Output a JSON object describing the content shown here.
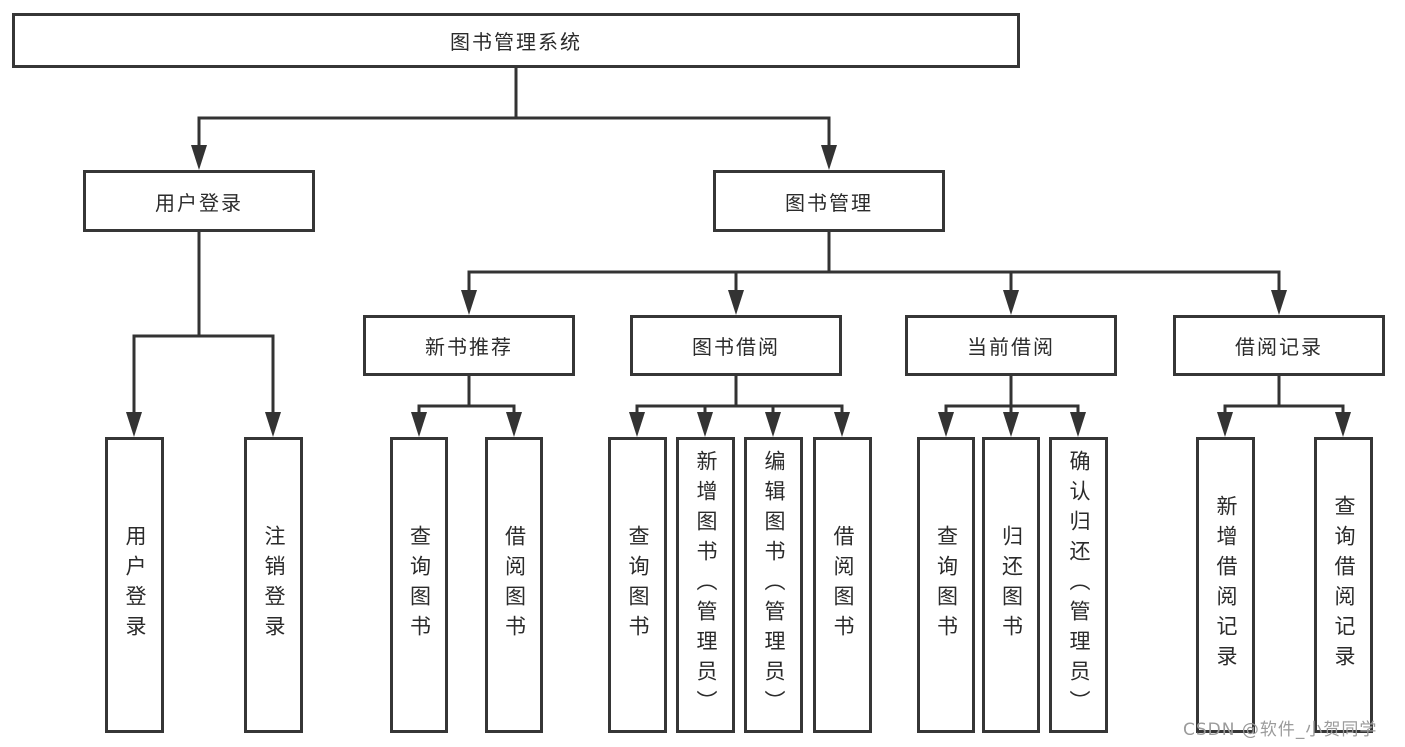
{
  "tree": {
    "root": {
      "label": "图书管理系统",
      "children": [
        {
          "label": "用户登录",
          "children": [
            {
              "label": "用户登录"
            },
            {
              "label": "注销登录"
            }
          ]
        },
        {
          "label": "图书管理",
          "children": [
            {
              "label": "新书推荐",
              "children": [
                {
                  "label": "查询图书"
                },
                {
                  "label": "借阅图书"
                }
              ]
            },
            {
              "label": "图书借阅",
              "children": [
                {
                  "label": "查询图书"
                },
                {
                  "label": "新增图书（管理员）"
                },
                {
                  "label": "编辑图书（管理员）"
                },
                {
                  "label": "借阅图书"
                }
              ]
            },
            {
              "label": "当前借阅",
              "children": [
                {
                  "label": "查询图书"
                },
                {
                  "label": "归还图书"
                },
                {
                  "label": "确认归还（管理员）"
                }
              ]
            },
            {
              "label": "借阅记录",
              "children": [
                {
                  "label": "新增借阅记录"
                },
                {
                  "label": "查询借阅记录"
                }
              ]
            }
          ]
        }
      ]
    }
  },
  "watermark": {
    "text": "CSDN @软件_小贺同学"
  },
  "colors": {
    "line": "#333333",
    "box_border": "#363636",
    "text": "#2b2b2b",
    "box_background": "#ffffff",
    "watermark": "#9b9b9b"
  }
}
